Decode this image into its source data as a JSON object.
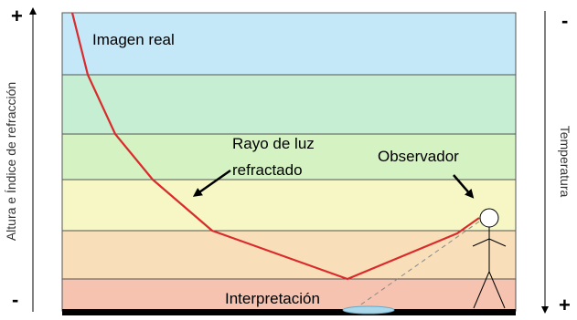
{
  "diagram": {
    "labels": {
      "real_image": "Imagen real",
      "ray_line1": "Rayo de luz",
      "ray_line2": "refractado",
      "observer": "Observador",
      "interpretation": "Interpretación"
    },
    "left_axis": {
      "title": "Altura e Índice de refracción",
      "top_sign": "+",
      "bottom_sign": "-"
    },
    "right_axis": {
      "title": "Temperatura",
      "top_sign": "-",
      "bottom_sign": "+"
    },
    "colors": {
      "layer_1": "#c4e8f7",
      "layer_2": "#c6eed3",
      "layer_3": "#d5f2c3",
      "layer_4": "#f6f7c4",
      "layer_5": "#f8dfb9",
      "layer_6": "#f5c3b0",
      "ray": "#d92b2b",
      "puddle": "#a8d8ea",
      "ground": "#000000"
    }
  }
}
